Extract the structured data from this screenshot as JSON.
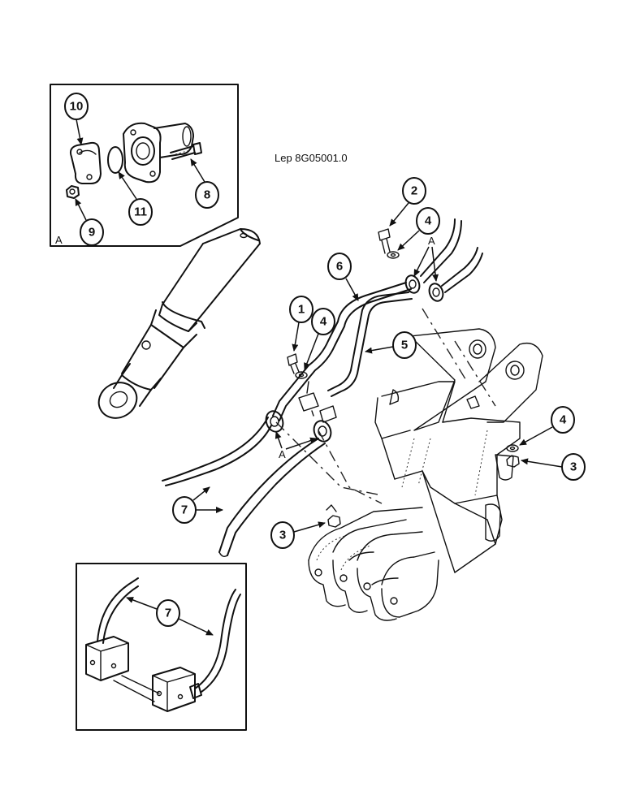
{
  "reference": "Lep 8G05001.0",
  "detail_label": "A",
  "callouts": {
    "c10": "10",
    "c11": "11",
    "c9": "9",
    "c8": "8",
    "c2": "2",
    "c4a": "4",
    "c6": "6",
    "c1": "1",
    "c4b": "4",
    "c5": "5",
    "c4c": "4",
    "c3a": "3",
    "c7a": "7",
    "c3b": "3",
    "c7b": "7"
  },
  "view_markers": {
    "a_top": "A",
    "a_mid": "A"
  }
}
